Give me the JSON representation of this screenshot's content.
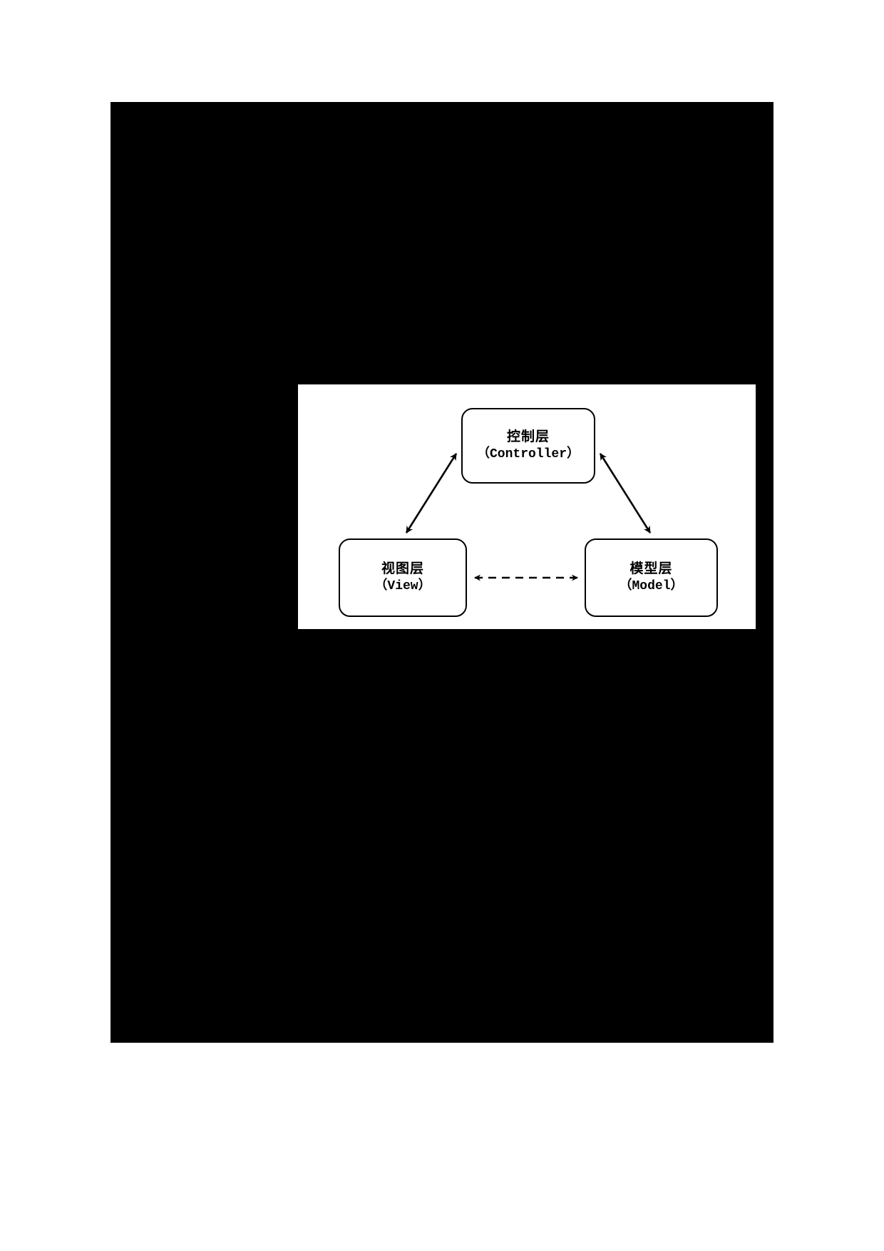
{
  "page": {
    "background_color": "#ffffff",
    "block_color": "#000000",
    "panel_color": "#ffffff"
  },
  "diagram": {
    "type": "mvc-architecture-diagram",
    "stroke_color": "#000000",
    "nodes": [
      {
        "id": "controller",
        "label_cn": "控制层",
        "label_en": "（Controller）"
      },
      {
        "id": "view",
        "label_cn": "视图层",
        "label_en": "（View）"
      },
      {
        "id": "model",
        "label_cn": "模型层",
        "label_en": "（Model）"
      }
    ],
    "edges": [
      {
        "id": "controller-view",
        "from": "controller",
        "to": "view",
        "style": "solid",
        "arrowheads": "both"
      },
      {
        "id": "controller-model",
        "from": "controller",
        "to": "model",
        "style": "solid",
        "arrowheads": "both"
      },
      {
        "id": "view-model",
        "from": "view",
        "to": "model",
        "style": "dashed",
        "arrowheads": "both"
      }
    ]
  }
}
